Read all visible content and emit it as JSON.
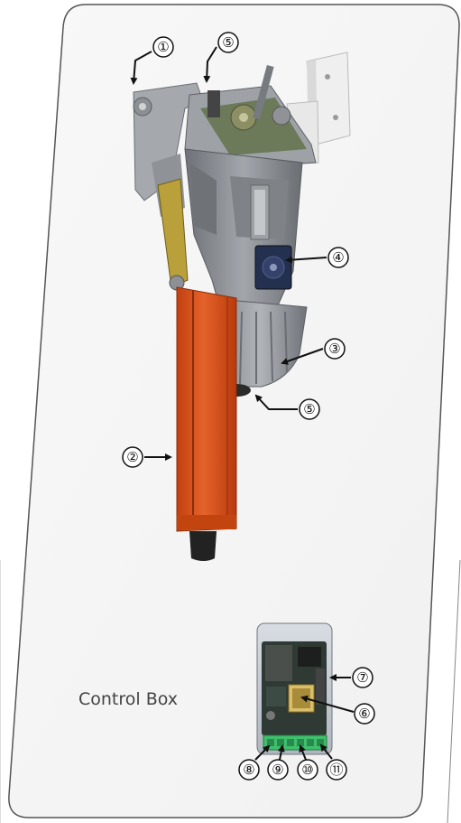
{
  "control_box_label": "Control Box",
  "callouts": [
    {
      "id": "c1",
      "text": "①"
    },
    {
      "id": "c5a",
      "text": "⑤"
    },
    {
      "id": "c4",
      "text": "④"
    },
    {
      "id": "c3",
      "text": "③"
    },
    {
      "id": "c5b",
      "text": "⑤"
    },
    {
      "id": "c2",
      "text": "②"
    },
    {
      "id": "c7",
      "text": "⑦"
    },
    {
      "id": "c6",
      "text": "⑥"
    },
    {
      "id": "c8",
      "text": "⑧"
    },
    {
      "id": "c9",
      "text": "⑨"
    },
    {
      "id": "c10",
      "text": "⑩"
    },
    {
      "id": "c11",
      "text": "⑪"
    }
  ],
  "colors": {
    "panel_border": "#555555",
    "arm_orange": "#d9521e",
    "housing_grey": "#8c9096",
    "motor_grey": "#8e9297",
    "bracket_white": "#f2f2f2",
    "pcb_green": "#3fbf6b"
  }
}
